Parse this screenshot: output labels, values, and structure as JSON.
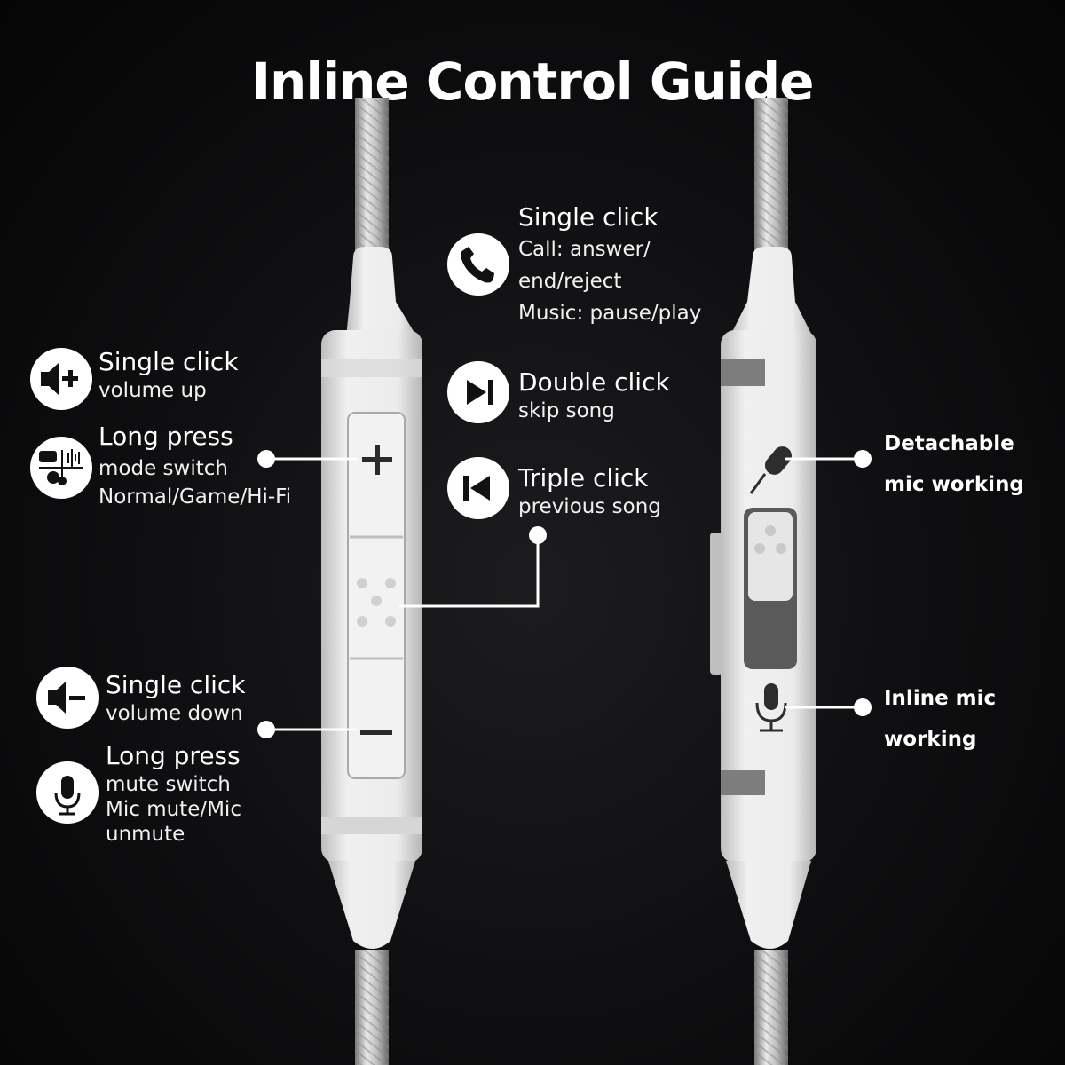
{
  "title": "Inline Control Guide",
  "left": {
    "vol_up": {
      "heading": "Single click",
      "desc": "volume up",
      "icon": "volume-up-icon"
    },
    "mode": {
      "heading": "Long press",
      "desc": "mode switch",
      "modes": "Normal/Game/Hi-Fi",
      "icon": "mode-switch-icon"
    },
    "vol_down": {
      "heading": "Single click",
      "desc": "volume down",
      "icon": "volume-down-icon"
    },
    "mute": {
      "heading": "Long press",
      "desc": "mute switch",
      "desc2": "Mic mute/Mic",
      "desc3": "unmute",
      "icon": "microphone-icon"
    }
  },
  "center": {
    "call": {
      "heading": "Single click",
      "line1": "Call: answer/",
      "line2": "end/reject",
      "line3": "Music: pause/play",
      "icon": "phone-icon"
    },
    "skip": {
      "heading": "Double click",
      "desc": "skip song",
      "icon": "skip-next-icon"
    },
    "prev": {
      "heading": "Triple click",
      "desc": "previous song",
      "icon": "skip-previous-icon"
    }
  },
  "right": {
    "detach": {
      "line1": "Detachable",
      "line2": "mic working"
    },
    "inline": {
      "line1": "Inline mic",
      "line2": "working"
    }
  },
  "colors": {
    "background": "#0b0b0c",
    "device": "#e9e9e9",
    "device_shadow": "#b9b9b9",
    "text": "#ffffff"
  }
}
